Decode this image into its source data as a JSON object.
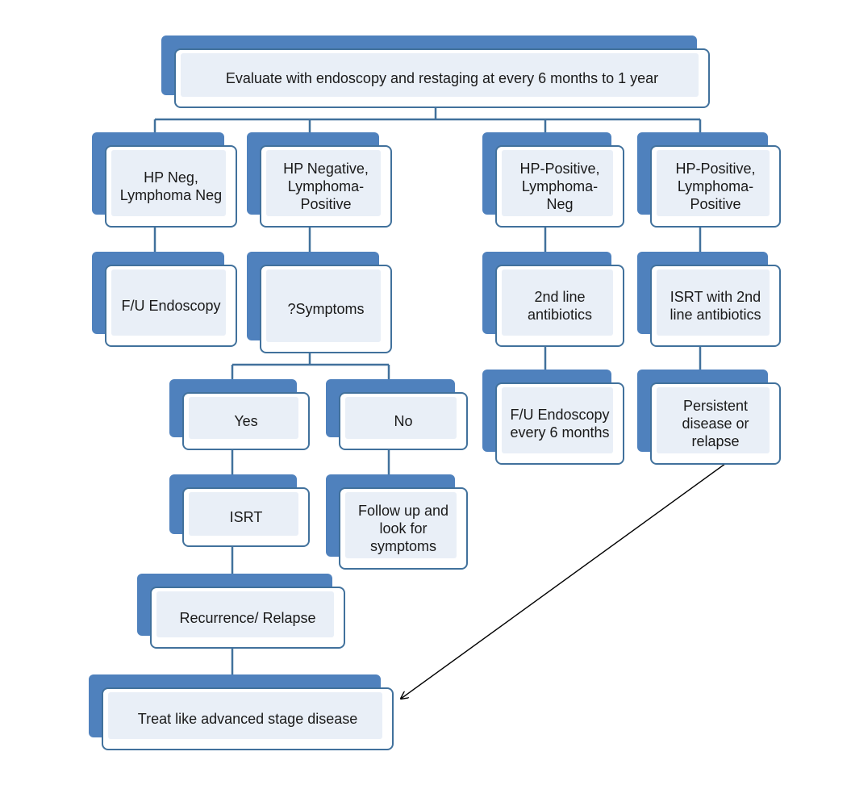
{
  "diagram": {
    "accent_color": "#4f81bd",
    "border_color": "#41719c",
    "connector_color": "#41719c",
    "nodes": {
      "evaluate": "Evaluate with endoscopy and restaging at every 6 months to 1 year",
      "hp_neg_lymphoma_neg": "HP Neg,\nLymphoma Neg",
      "hp_neg_lymphoma_pos": "HP Negative,\nLymphoma-\nPositive",
      "hp_pos_lymphoma_neg": "HP-Positive,\nLymphoma-\nNeg",
      "hp_pos_lymphoma_pos": "HP-Positive,\nLymphoma-\nPositive",
      "fu_endoscopy": "F/U Endoscopy",
      "symptoms": "?Symptoms",
      "second_line_antibiotics": "2nd line\nantibiotics",
      "isrt_second_line": "ISRT with 2nd\nline antibiotics",
      "yes": "Yes",
      "no": "No",
      "fu_endoscopy_6m": "F/U Endoscopy\nevery 6 months",
      "persistent_disease": "Persistent\ndisease or\nrelapse",
      "isrt": "ISRT",
      "follow_up": "Follow up and\nlook for\nsymptoms",
      "recurrence": "Recurrence/ Relapse",
      "treat_advanced": "Treat like advanced stage disease"
    }
  }
}
